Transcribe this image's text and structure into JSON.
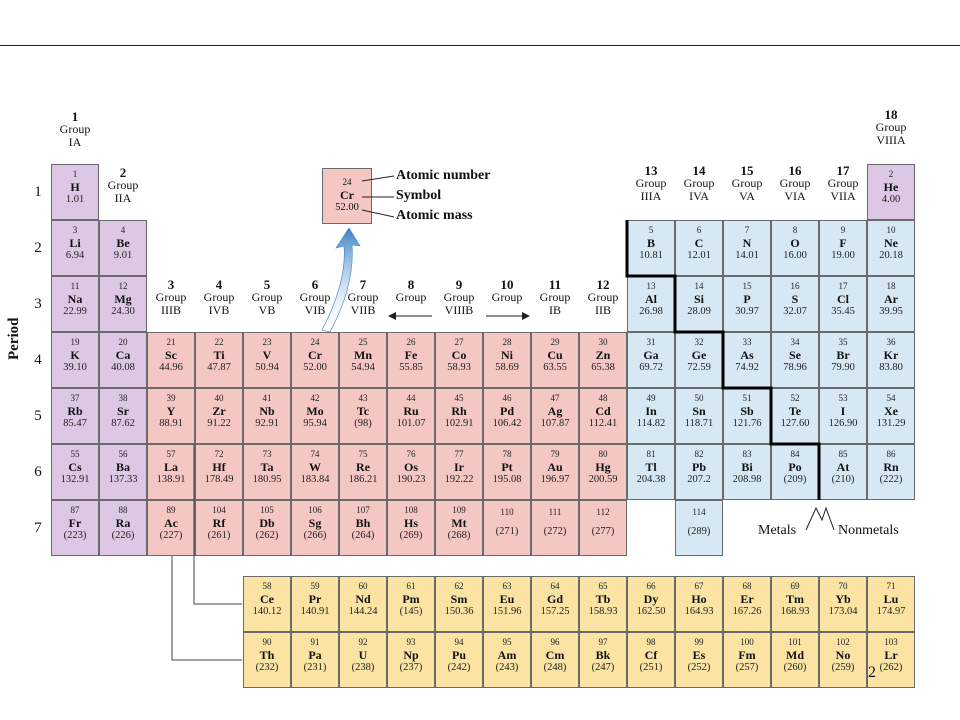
{
  "period_label": "Period",
  "periods": [
    "1",
    "2",
    "3",
    "4",
    "5",
    "6",
    "7"
  ],
  "groups": [
    {
      "num": "1",
      "lines": [
        "Group",
        "IA"
      ]
    },
    {
      "num": "2",
      "lines": [
        "Group",
        "IIA"
      ]
    },
    {
      "num": "3",
      "lines": [
        "Group",
        "IIIB"
      ]
    },
    {
      "num": "4",
      "lines": [
        "Group",
        "IVB"
      ]
    },
    {
      "num": "5",
      "lines": [
        "Group",
        "VB"
      ]
    },
    {
      "num": "6",
      "lines": [
        "Group",
        "VIB"
      ]
    },
    {
      "num": "7",
      "lines": [
        "Group",
        "VIIB"
      ]
    },
    {
      "num": "8",
      "lines": [
        "Group",
        ""
      ]
    },
    {
      "num": "9",
      "lines": [
        "Group",
        "VIIIB"
      ]
    },
    {
      "num": "10",
      "lines": [
        "Group",
        ""
      ]
    },
    {
      "num": "11",
      "lines": [
        "Group",
        "IB"
      ]
    },
    {
      "num": "12",
      "lines": [
        "Group",
        "IIB"
      ]
    },
    {
      "num": "13",
      "lines": [
        "Group",
        "IIIA"
      ]
    },
    {
      "num": "14",
      "lines": [
        "Group",
        "IVA"
      ]
    },
    {
      "num": "15",
      "lines": [
        "Group",
        "VA"
      ]
    },
    {
      "num": "16",
      "lines": [
        "Group",
        "VIA"
      ]
    },
    {
      "num": "17",
      "lines": [
        "Group",
        "VIIA"
      ]
    },
    {
      "num": "18",
      "lines": [
        "Group",
        "VIIIA"
      ]
    }
  ],
  "legend": {
    "number": "24",
    "symbol": "Cr",
    "mass": "52.00",
    "atomic_number_label": "Atomic number",
    "symbol_label": "Symbol",
    "atomic_mass_label": "Atomic mass"
  },
  "metals_label": "Metals",
  "nonmetals_label": "Nonmetals",
  "page_number": "2",
  "colors": {
    "alkali": "#dcc7e4",
    "transition": "#f4c7c3",
    "main_group": "#d6e8f3",
    "rare_earth": "#fbe3a4"
  },
  "elements": [
    {
      "n": "1",
      "s": "H",
      "m": "1.01",
      "row": 1,
      "col": 1,
      "cat": "alk"
    },
    {
      "n": "2",
      "s": "He",
      "m": "4.00",
      "row": 1,
      "col": 18,
      "cat": "alk"
    },
    {
      "n": "3",
      "s": "Li",
      "m": "6.94",
      "row": 2,
      "col": 1,
      "cat": "alk"
    },
    {
      "n": "4",
      "s": "Be",
      "m": "9.01",
      "row": 2,
      "col": 2,
      "cat": "alk"
    },
    {
      "n": "5",
      "s": "B",
      "m": "10.81",
      "row": 2,
      "col": 13,
      "cat": "mg"
    },
    {
      "n": "6",
      "s": "C",
      "m": "12.01",
      "row": 2,
      "col": 14,
      "cat": "mg"
    },
    {
      "n": "7",
      "s": "N",
      "m": "14.01",
      "row": 2,
      "col": 15,
      "cat": "mg"
    },
    {
      "n": "8",
      "s": "O",
      "m": "16.00",
      "row": 2,
      "col": 16,
      "cat": "mg"
    },
    {
      "n": "9",
      "s": "F",
      "m": "19.00",
      "row": 2,
      "col": 17,
      "cat": "mg"
    },
    {
      "n": "10",
      "s": "Ne",
      "m": "20.18",
      "row": 2,
      "col": 18,
      "cat": "mg"
    },
    {
      "n": "11",
      "s": "Na",
      "m": "22.99",
      "row": 3,
      "col": 1,
      "cat": "alk"
    },
    {
      "n": "12",
      "s": "Mg",
      "m": "24.30",
      "row": 3,
      "col": 2,
      "cat": "alk"
    },
    {
      "n": "13",
      "s": "Al",
      "m": "26.98",
      "row": 3,
      "col": 13,
      "cat": "mg"
    },
    {
      "n": "14",
      "s": "Si",
      "m": "28.09",
      "row": 3,
      "col": 14,
      "cat": "mg"
    },
    {
      "n": "15",
      "s": "P",
      "m": "30.97",
      "row": 3,
      "col": 15,
      "cat": "mg"
    },
    {
      "n": "16",
      "s": "S",
      "m": "32.07",
      "row": 3,
      "col": 16,
      "cat": "mg"
    },
    {
      "n": "17",
      "s": "Cl",
      "m": "35.45",
      "row": 3,
      "col": 17,
      "cat": "mg"
    },
    {
      "n": "18",
      "s": "Ar",
      "m": "39.95",
      "row": 3,
      "col": 18,
      "cat": "mg"
    },
    {
      "n": "19",
      "s": "K",
      "m": "39.10",
      "row": 4,
      "col": 1,
      "cat": "alk"
    },
    {
      "n": "20",
      "s": "Ca",
      "m": "40.08",
      "row": 4,
      "col": 2,
      "cat": "alk"
    },
    {
      "n": "21",
      "s": "Sc",
      "m": "44.96",
      "row": 4,
      "col": 3,
      "cat": "tm"
    },
    {
      "n": "22",
      "s": "Ti",
      "m": "47.87",
      "row": 4,
      "col": 4,
      "cat": "tm"
    },
    {
      "n": "23",
      "s": "V",
      "m": "50.94",
      "row": 4,
      "col": 5,
      "cat": "tm"
    },
    {
      "n": "24",
      "s": "Cr",
      "m": "52.00",
      "row": 4,
      "col": 6,
      "cat": "tm"
    },
    {
      "n": "25",
      "s": "Mn",
      "m": "54.94",
      "row": 4,
      "col": 7,
      "cat": "tm"
    },
    {
      "n": "26",
      "s": "Fe",
      "m": "55.85",
      "row": 4,
      "col": 8,
      "cat": "tm"
    },
    {
      "n": "27",
      "s": "Co",
      "m": "58.93",
      "row": 4,
      "col": 9,
      "cat": "tm"
    },
    {
      "n": "28",
      "s": "Ni",
      "m": "58.69",
      "row": 4,
      "col": 10,
      "cat": "tm"
    },
    {
      "n": "29",
      "s": "Cu",
      "m": "63.55",
      "row": 4,
      "col": 11,
      "cat": "tm"
    },
    {
      "n": "30",
      "s": "Zn",
      "m": "65.38",
      "row": 4,
      "col": 12,
      "cat": "tm"
    },
    {
      "n": "31",
      "s": "Ga",
      "m": "69.72",
      "row": 4,
      "col": 13,
      "cat": "mg"
    },
    {
      "n": "32",
      "s": "Ge",
      "m": "72.59",
      "row": 4,
      "col": 14,
      "cat": "mg"
    },
    {
      "n": "33",
      "s": "As",
      "m": "74.92",
      "row": 4,
      "col": 15,
      "cat": "mg"
    },
    {
      "n": "34",
      "s": "Se",
      "m": "78.96",
      "row": 4,
      "col": 16,
      "cat": "mg"
    },
    {
      "n": "35",
      "s": "Br",
      "m": "79.90",
      "row": 4,
      "col": 17,
      "cat": "mg"
    },
    {
      "n": "36",
      "s": "Kr",
      "m": "83.80",
      "row": 4,
      "col": 18,
      "cat": "mg"
    },
    {
      "n": "37",
      "s": "Rb",
      "m": "85.47",
      "row": 5,
      "col": 1,
      "cat": "alk"
    },
    {
      "n": "38",
      "s": "Sr",
      "m": "87.62",
      "row": 5,
      "col": 2,
      "cat": "alk"
    },
    {
      "n": "39",
      "s": "Y",
      "m": "88.91",
      "row": 5,
      "col": 3,
      "cat": "tm"
    },
    {
      "n": "40",
      "s": "Zr",
      "m": "91.22",
      "row": 5,
      "col": 4,
      "cat": "tm"
    },
    {
      "n": "41",
      "s": "Nb",
      "m": "92.91",
      "row": 5,
      "col": 5,
      "cat": "tm"
    },
    {
      "n": "42",
      "s": "Mo",
      "m": "95.94",
      "row": 5,
      "col": 6,
      "cat": "tm"
    },
    {
      "n": "43",
      "s": "Tc",
      "m": "(98)",
      "row": 5,
      "col": 7,
      "cat": "tm"
    },
    {
      "n": "44",
      "s": "Ru",
      "m": "101.07",
      "row": 5,
      "col": 8,
      "cat": "tm"
    },
    {
      "n": "45",
      "s": "Rh",
      "m": "102.91",
      "row": 5,
      "col": 9,
      "cat": "tm"
    },
    {
      "n": "46",
      "s": "Pd",
      "m": "106.42",
      "row": 5,
      "col": 10,
      "cat": "tm"
    },
    {
      "n": "47",
      "s": "Ag",
      "m": "107.87",
      "row": 5,
      "col": 11,
      "cat": "tm"
    },
    {
      "n": "48",
      "s": "Cd",
      "m": "112.41",
      "row": 5,
      "col": 12,
      "cat": "tm"
    },
    {
      "n": "49",
      "s": "In",
      "m": "114.82",
      "row": 5,
      "col": 13,
      "cat": "mg"
    },
    {
      "n": "50",
      "s": "Sn",
      "m": "118.71",
      "row": 5,
      "col": 14,
      "cat": "mg"
    },
    {
      "n": "51",
      "s": "Sb",
      "m": "121.76",
      "row": 5,
      "col": 15,
      "cat": "mg"
    },
    {
      "n": "52",
      "s": "Te",
      "m": "127.60",
      "row": 5,
      "col": 16,
      "cat": "mg"
    },
    {
      "n": "53",
      "s": "I",
      "m": "126.90",
      "row": 5,
      "col": 17,
      "cat": "mg"
    },
    {
      "n": "54",
      "s": "Xe",
      "m": "131.29",
      "row": 5,
      "col": 18,
      "cat": "mg"
    },
    {
      "n": "55",
      "s": "Cs",
      "m": "132.91",
      "row": 6,
      "col": 1,
      "cat": "alk"
    },
    {
      "n": "56",
      "s": "Ba",
      "m": "137.33",
      "row": 6,
      "col": 2,
      "cat": "alk"
    },
    {
      "n": "57",
      "s": "La",
      "m": "138.91",
      "row": 6,
      "col": 3,
      "cat": "tm"
    },
    {
      "n": "72",
      "s": "Hf",
      "m": "178.49",
      "row": 6,
      "col": 4,
      "cat": "tm"
    },
    {
      "n": "73",
      "s": "Ta",
      "m": "180.95",
      "row": 6,
      "col": 5,
      "cat": "tm"
    },
    {
      "n": "74",
      "s": "W",
      "m": "183.84",
      "row": 6,
      "col": 6,
      "cat": "tm"
    },
    {
      "n": "75",
      "s": "Re",
      "m": "186.21",
      "row": 6,
      "col": 7,
      "cat": "tm"
    },
    {
      "n": "76",
      "s": "Os",
      "m": "190.23",
      "row": 6,
      "col": 8,
      "cat": "tm"
    },
    {
      "n": "77",
      "s": "Ir",
      "m": "192.22",
      "row": 6,
      "col": 9,
      "cat": "tm"
    },
    {
      "n": "78",
      "s": "Pt",
      "m": "195.08",
      "row": 6,
      "col": 10,
      "cat": "tm"
    },
    {
      "n": "79",
      "s": "Au",
      "m": "196.97",
      "row": 6,
      "col": 11,
      "cat": "tm"
    },
    {
      "n": "80",
      "s": "Hg",
      "m": "200.59",
      "row": 6,
      "col": 12,
      "cat": "tm"
    },
    {
      "n": "81",
      "s": "Tl",
      "m": "204.38",
      "row": 6,
      "col": 13,
      "cat": "mg"
    },
    {
      "n": "82",
      "s": "Pb",
      "m": "207.2",
      "row": 6,
      "col": 14,
      "cat": "mg"
    },
    {
      "n": "83",
      "s": "Bi",
      "m": "208.98",
      "row": 6,
      "col": 15,
      "cat": "mg"
    },
    {
      "n": "84",
      "s": "Po",
      "m": "(209)",
      "row": 6,
      "col": 16,
      "cat": "mg"
    },
    {
      "n": "85",
      "s": "At",
      "m": "(210)",
      "row": 6,
      "col": 17,
      "cat": "mg"
    },
    {
      "n": "86",
      "s": "Rn",
      "m": "(222)",
      "row": 6,
      "col": 18,
      "cat": "mg"
    },
    {
      "n": "87",
      "s": "Fr",
      "m": "(223)",
      "row": 7,
      "col": 1,
      "cat": "alk"
    },
    {
      "n": "88",
      "s": "Ra",
      "m": "(226)",
      "row": 7,
      "col": 2,
      "cat": "alk"
    },
    {
      "n": "89",
      "s": "Ac",
      "m": "(227)",
      "row": 7,
      "col": 3,
      "cat": "tm"
    },
    {
      "n": "104",
      "s": "Rf",
      "m": "(261)",
      "row": 7,
      "col": 4,
      "cat": "tm"
    },
    {
      "n": "105",
      "s": "Db",
      "m": "(262)",
      "row": 7,
      "col": 5,
      "cat": "tm"
    },
    {
      "n": "106",
      "s": "Sg",
      "m": "(266)",
      "row": 7,
      "col": 6,
      "cat": "tm"
    },
    {
      "n": "107",
      "s": "Bh",
      "m": "(264)",
      "row": 7,
      "col": 7,
      "cat": "tm"
    },
    {
      "n": "108",
      "s": "Hs",
      "m": "(269)",
      "row": 7,
      "col": 8,
      "cat": "tm"
    },
    {
      "n": "109",
      "s": "Mt",
      "m": "(268)",
      "row": 7,
      "col": 9,
      "cat": "tm"
    },
    {
      "n": "110",
      "s": "",
      "m": "(271)",
      "row": 7,
      "col": 10,
      "cat": "tm"
    },
    {
      "n": "111",
      "s": "",
      "m": "(272)",
      "row": 7,
      "col": 11,
      "cat": "tm"
    },
    {
      "n": "112",
      "s": "",
      "m": "(277)",
      "row": 7,
      "col": 12,
      "cat": "tm"
    },
    {
      "n": "114",
      "s": "",
      "m": "(289)",
      "row": 7,
      "col": 14,
      "cat": "mg"
    },
    {
      "n": "58",
      "s": "Ce",
      "m": "140.12",
      "row": 8,
      "col": 5,
      "cat": "rare"
    },
    {
      "n": "59",
      "s": "Pr",
      "m": "140.91",
      "row": 8,
      "col": 6,
      "cat": "rare"
    },
    {
      "n": "60",
      "s": "Nd",
      "m": "144.24",
      "row": 8,
      "col": 7,
      "cat": "rare"
    },
    {
      "n": "61",
      "s": "Pm",
      "m": "(145)",
      "row": 8,
      "col": 8,
      "cat": "rare"
    },
    {
      "n": "62",
      "s": "Sm",
      "m": "150.36",
      "row": 8,
      "col": 9,
      "cat": "rare"
    },
    {
      "n": "63",
      "s": "Eu",
      "m": "151.96",
      "row": 8,
      "col": 10,
      "cat": "rare"
    },
    {
      "n": "64",
      "s": "Gd",
      "m": "157.25",
      "row": 8,
      "col": 11,
      "cat": "rare"
    },
    {
      "n": "65",
      "s": "Tb",
      "m": "158.93",
      "row": 8,
      "col": 12,
      "cat": "rare"
    },
    {
      "n": "66",
      "s": "Dy",
      "m": "162.50",
      "row": 8,
      "col": 13,
      "cat": "rare"
    },
    {
      "n": "67",
      "s": "Ho",
      "m": "164.93",
      "row": 8,
      "col": 14,
      "cat": "rare"
    },
    {
      "n": "68",
      "s": "Er",
      "m": "167.26",
      "row": 8,
      "col": 15,
      "cat": "rare"
    },
    {
      "n": "69",
      "s": "Tm",
      "m": "168.93",
      "row": 8,
      "col": 16,
      "cat": "rare"
    },
    {
      "n": "70",
      "s": "Yb",
      "m": "173.04",
      "row": 8,
      "col": 17,
      "cat": "rare"
    },
    {
      "n": "71",
      "s": "Lu",
      "m": "174.97",
      "row": 8,
      "col": 18,
      "cat": "rare"
    },
    {
      "n": "90",
      "s": "Th",
      "m": "(232)",
      "row": 9,
      "col": 5,
      "cat": "rare"
    },
    {
      "n": "91",
      "s": "Pa",
      "m": "(231)",
      "row": 9,
      "col": 6,
      "cat": "rare"
    },
    {
      "n": "92",
      "s": "U",
      "m": "(238)",
      "row": 9,
      "col": 7,
      "cat": "rare"
    },
    {
      "n": "93",
      "s": "Np",
      "m": "(237)",
      "row": 9,
      "col": 8,
      "cat": "rare"
    },
    {
      "n": "94",
      "s": "Pu",
      "m": "(242)",
      "row": 9,
      "col": 9,
      "cat": "rare"
    },
    {
      "n": "95",
      "s": "Am",
      "m": "(243)",
      "row": 9,
      "col": 10,
      "cat": "rare"
    },
    {
      "n": "96",
      "s": "Cm",
      "m": "(248)",
      "row": 9,
      "col": 11,
      "cat": "rare"
    },
    {
      "n": "97",
      "s": "Bk",
      "m": "(247)",
      "row": 9,
      "col": 12,
      "cat": "rare"
    },
    {
      "n": "98",
      "s": "Cf",
      "m": "(251)",
      "row": 9,
      "col": 13,
      "cat": "rare"
    },
    {
      "n": "99",
      "s": "Es",
      "m": "(252)",
      "row": 9,
      "col": 14,
      "cat": "rare"
    },
    {
      "n": "100",
      "s": "Fm",
      "m": "(257)",
      "row": 9,
      "col": 15,
      "cat": "rare"
    },
    {
      "n": "101",
      "s": "Md",
      "m": "(260)",
      "row": 9,
      "col": 16,
      "cat": "rare"
    },
    {
      "n": "102",
      "s": "No",
      "m": "(259)",
      "row": 9,
      "col": 17,
      "cat": "rare"
    },
    {
      "n": "103",
      "s": "Lr",
      "m": "(262)",
      "row": 9,
      "col": 18,
      "cat": "rare"
    }
  ]
}
